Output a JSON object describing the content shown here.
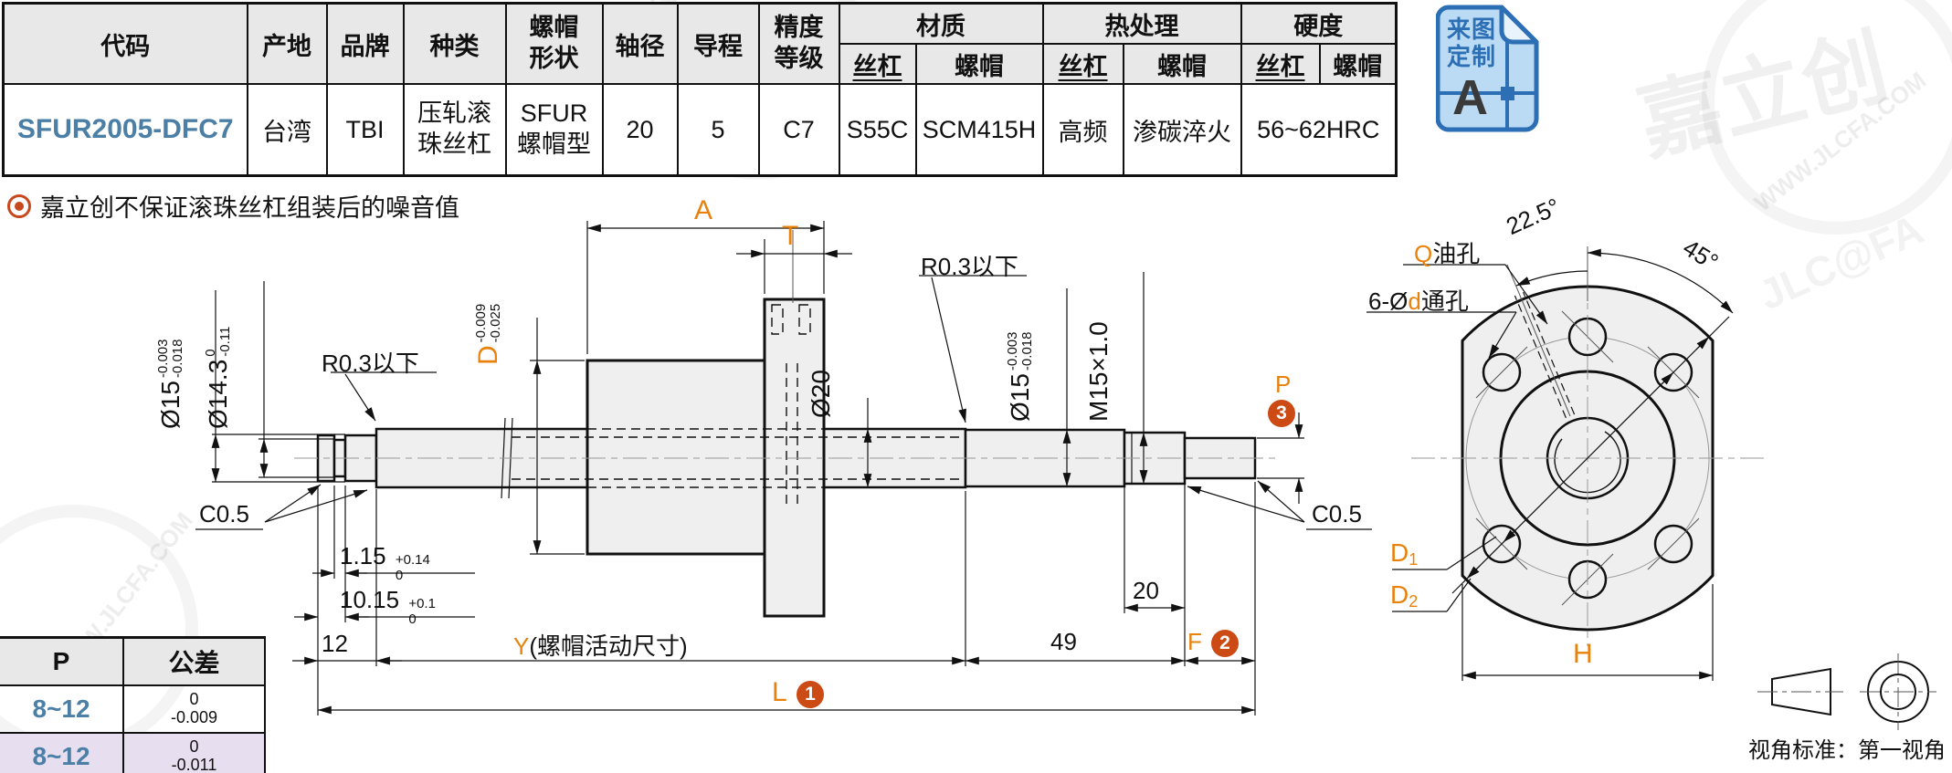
{
  "table": {
    "headers": {
      "code": "代码",
      "origin": "产地",
      "brand": "品牌",
      "kind": "种类",
      "nut_shape": "螺帽形状",
      "shaft_dia": "轴径",
      "lead": "导程",
      "precision": "精度等级",
      "material": "材质",
      "heat": "热处理",
      "hardness": "硬度",
      "screw": "丝杠",
      "nut": "螺帽"
    },
    "row": {
      "code": "SFUR2005-DFC7",
      "origin": "台湾",
      "brand": "TBI",
      "kind": "压轧滚珠丝杠",
      "nut_shape": "SFUR螺帽型",
      "shaft_dia": "20",
      "lead": "5",
      "precision": "C7",
      "material_screw": "S55C",
      "material_nut": "SCM415H",
      "heat_screw": "高频",
      "heat_nut": "渗碳淬火",
      "hardness": "56~62HRC"
    }
  },
  "custom_icon": {
    "line1": "来图",
    "line2": "定制",
    "letter": "A"
  },
  "note": {
    "text": "嘉立创不保证滚珠丝杠组装后的噪音值"
  },
  "ptable": {
    "p_header": "P",
    "tol_header": "公差",
    "rows": [
      {
        "p": "8~12",
        "tol_up": "0",
        "tol_dn": "-0.009"
      },
      {
        "p": "8~12",
        "tol_up": "0",
        "tol_dn": "-0.011"
      }
    ]
  },
  "dims": {
    "d15_left": {
      "main": "Ø15",
      "up": "-0.003",
      "dn": "-0.018"
    },
    "d143": {
      "main": "Ø14.3",
      "up": "0",
      "dn": "-0.11"
    },
    "D": {
      "main": "D",
      "up": "-0.009",
      "dn": "-0.025"
    },
    "d20_dia": "Ø20",
    "d15_right": {
      "main": "Ø15",
      "up": "-0.003",
      "dn": "-0.018"
    },
    "m15": "M15×1.0",
    "r03_left": "R0.3以下",
    "r03_right": "R0.3以下",
    "c05_left": "C0.5",
    "c05_right": "C0.5",
    "A": "A",
    "T": "T",
    "dim115": {
      "main": "1.15",
      "up": "+0.14",
      "dn": "0"
    },
    "dim1015": {
      "main": "10.15",
      "up": "+0.1",
      "dn": "0"
    },
    "dim12": "12",
    "y": {
      "pre": "Y",
      "rest": "(螺帽活动尺寸)"
    },
    "dim49": "49",
    "f": {
      "letter": "F",
      "badge": "2"
    },
    "l": {
      "letter": "L",
      "badge": "1"
    },
    "p": {
      "letter": "P",
      "badge": "3"
    },
    "dim20": "20",
    "q": {
      "pre": "Q",
      "rest": "油孔"
    },
    "hole": {
      "pre": "6-Ø",
      "d": "d",
      "rest": "通孔"
    },
    "a225": "22.5°",
    "a45": "45°",
    "d1": {
      "main": "D",
      "sub": "1"
    },
    "d2": {
      "main": "D",
      "sub": "2"
    },
    "h": "H"
  },
  "view": {
    "caption": "视角标准：第一视角"
  },
  "watermarks": {
    "brand": "嘉立创",
    "site": "WWW.JLCFA.COM",
    "logo": "JLC@FA"
  },
  "colors": {
    "accent_orange": "#E8820C",
    "badge_orange": "#CC4A14",
    "link_blue": "#4B7FA6",
    "icon_blue": "#2D6FB5",
    "header_bg": "#E8E8E8",
    "alt_row": "#E7DEF0"
  }
}
